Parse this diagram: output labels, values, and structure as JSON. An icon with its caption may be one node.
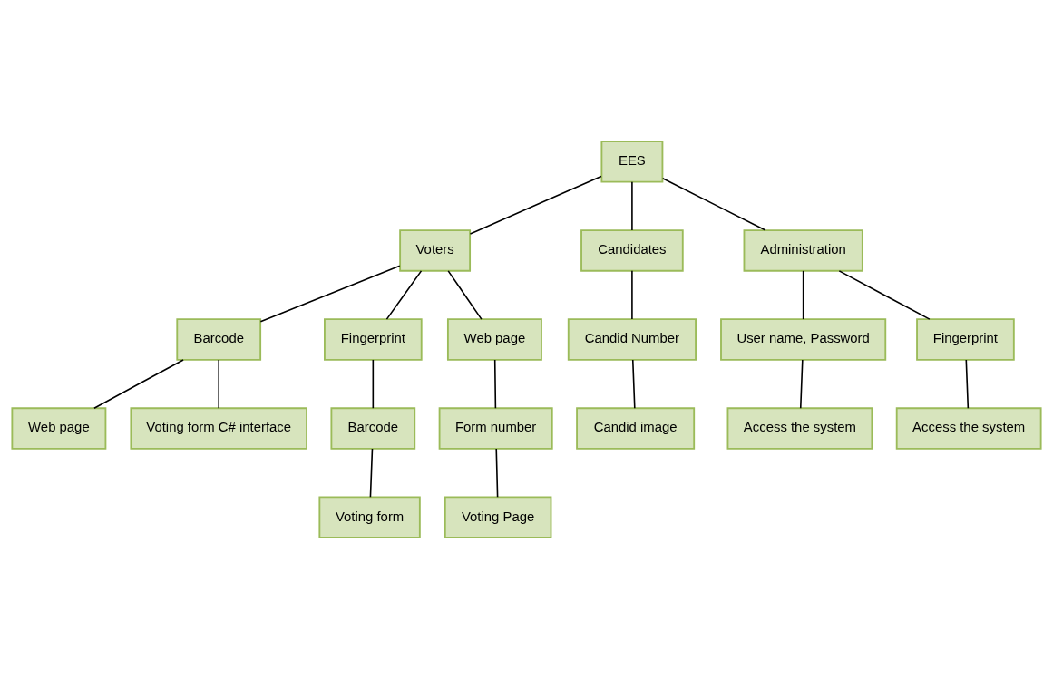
{
  "diagram": {
    "nodes": [
      {
        "text": [
          "EES"
        ]
      },
      {
        "text": [
          "Voters"
        ]
      },
      {
        "text": [
          "Candidates"
        ]
      },
      {
        "text": [
          "Administration"
        ]
      },
      {
        "text": [
          "Barcode"
        ]
      },
      {
        "text": [
          "Fingerprint"
        ]
      },
      {
        "text": [
          "Web page"
        ]
      },
      {
        "text": [
          "Candid Number"
        ]
      },
      {
        "text": [
          "User name, Password"
        ]
      },
      {
        "text": [
          "Fingerprint"
        ]
      },
      {
        "text": [
          "Web page"
        ]
      },
      {
        "text": [
          "Voting form C# interface"
        ]
      },
      {
        "text": [
          "Barcode"
        ]
      },
      {
        "text": [
          "Form number"
        ]
      },
      {
        "text": [
          "Candid image"
        ]
      },
      {
        "text": [
          "Access the system"
        ]
      },
      {
        "text": [
          "Access the system"
        ]
      },
      {
        "text": [
          "Voting form"
        ]
      },
      {
        "text": [
          "Voting Page"
        ]
      }
    ],
    "edges": [
      {
        "from": 0,
        "to": 1,
        "arrow": "none"
      },
      {
        "from": 0,
        "to": 2,
        "arrow": "none"
      },
      {
        "from": 0,
        "to": 3,
        "arrow": "none"
      },
      {
        "from": 1,
        "to": 4,
        "arrow": "none"
      },
      {
        "from": 1,
        "to": 5,
        "arrow": "none"
      },
      {
        "from": 1,
        "to": 6,
        "arrow": "none"
      },
      {
        "from": 2,
        "to": 7,
        "arrow": "none"
      },
      {
        "from": 3,
        "to": 8,
        "arrow": "none"
      },
      {
        "from": 3,
        "to": 9,
        "arrow": "none"
      },
      {
        "from": 4,
        "to": 10,
        "arrow": "none"
      },
      {
        "from": 4,
        "to": 11,
        "arrow": "none"
      },
      {
        "from": 5,
        "to": 12,
        "arrow": "none"
      },
      {
        "from": 6,
        "to": 13,
        "arrow": "none"
      },
      {
        "from": 7,
        "to": 14,
        "arrow": "none"
      },
      {
        "from": 8,
        "to": 15,
        "arrow": "none"
      },
      {
        "from": 9,
        "to": 16,
        "arrow": "none"
      },
      {
        "from": 12,
        "to": 17,
        "arrow": "none"
      },
      {
        "from": 13,
        "to": 18,
        "arrow": "none"
      }
    ]
  }
}
